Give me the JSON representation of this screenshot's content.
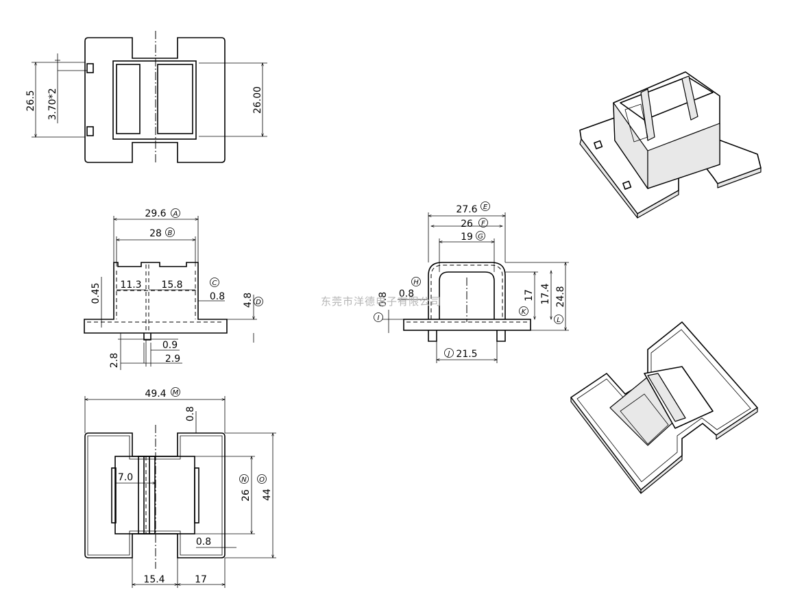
{
  "watermark": "东莞市洋德电子有限公司",
  "top_view": {
    "dims": [
      "26.5",
      "3.70*2",
      "26.00"
    ]
  },
  "front_view": {
    "dims": [
      "29.6",
      "28",
      "11.3",
      "15.8",
      "0.45",
      "0.8",
      "4.8",
      "0.9",
      "2.8",
      "2.9"
    ],
    "labels": [
      "A",
      "B",
      "C",
      "D"
    ]
  },
  "side_view": {
    "dims": [
      "27.6",
      "26",
      "19",
      "0.8",
      "0.8",
      "17",
      "17.4",
      "24.8",
      "21.5"
    ],
    "labels": [
      "E",
      "F",
      "G",
      "H",
      "I",
      "J",
      "K",
      "L"
    ]
  },
  "bottom_view": {
    "dims": [
      "49.4",
      "0.8",
      "7.0",
      "26",
      "44",
      "0.8",
      "15.4",
      "17"
    ],
    "labels": [
      "M",
      "N",
      "O"
    ]
  }
}
